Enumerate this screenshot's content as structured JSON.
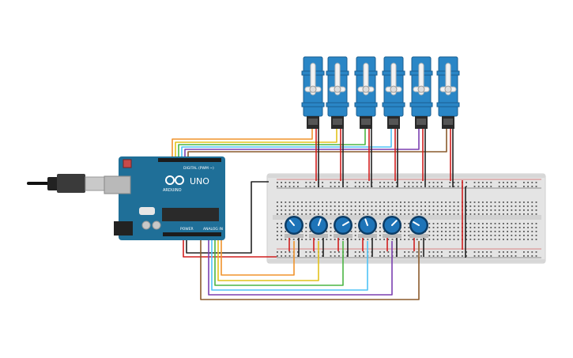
{
  "arduino": {
    "brand": "ARDUINO",
    "model": "UNO",
    "digital_label": "DIGITAL (PWM ~)",
    "power_label": "POWER",
    "analog_label": "ANALOG IN",
    "logo_icon": "infinity-logo-icon"
  },
  "colors": {
    "arduino_board": "#1f6f98",
    "servo_body": "#2a86c6",
    "breadboard": "#e2e2e2",
    "potentiometer": "#1e74b8",
    "wire_red": "#d01e1e",
    "wire_black": "#222222",
    "wire_orange": "#f0932b",
    "wire_yellow": "#e3c21c",
    "wire_green": "#4bb543",
    "wire_cyan": "#4fc3f7",
    "wire_purple": "#7b3fb0",
    "wire_brown": "#8a5a2b"
  },
  "components": {
    "servo_count": 6,
    "potentiometer_count": 6
  }
}
